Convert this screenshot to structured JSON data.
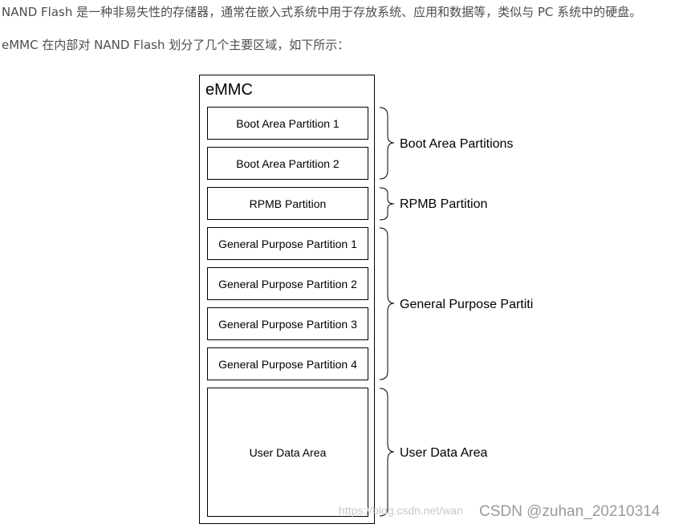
{
  "article": {
    "paragraph_1": "NAND Flash 是一种非易失性的存储器，通常在嵌入式系统中用于存放系统、应用和数据等，类似与 PC 系统中的硬盘。",
    "paragraph_2": "eMMC 在内部对 NAND Flash 划分了几个主要区域，如下所示："
  },
  "diagram": {
    "container_title": "eMMC",
    "partitions": [
      "Boot Area Partition 1",
      "Boot Area Partition 2",
      "RPMB Partition",
      "General Purpose Partition 1",
      "General Purpose Partition 2",
      "General Purpose Partition 3",
      "General Purpose Partition 4",
      "User Data Area"
    ],
    "groups": [
      "Boot Area Partitions",
      "RPMB Partition",
      "General Purpose Partiti",
      "User Data Area"
    ]
  },
  "watermark": {
    "url_text": "https://blog.csdn.net/wan",
    "csdn_text": "CSDN @zuhan_20210314"
  }
}
